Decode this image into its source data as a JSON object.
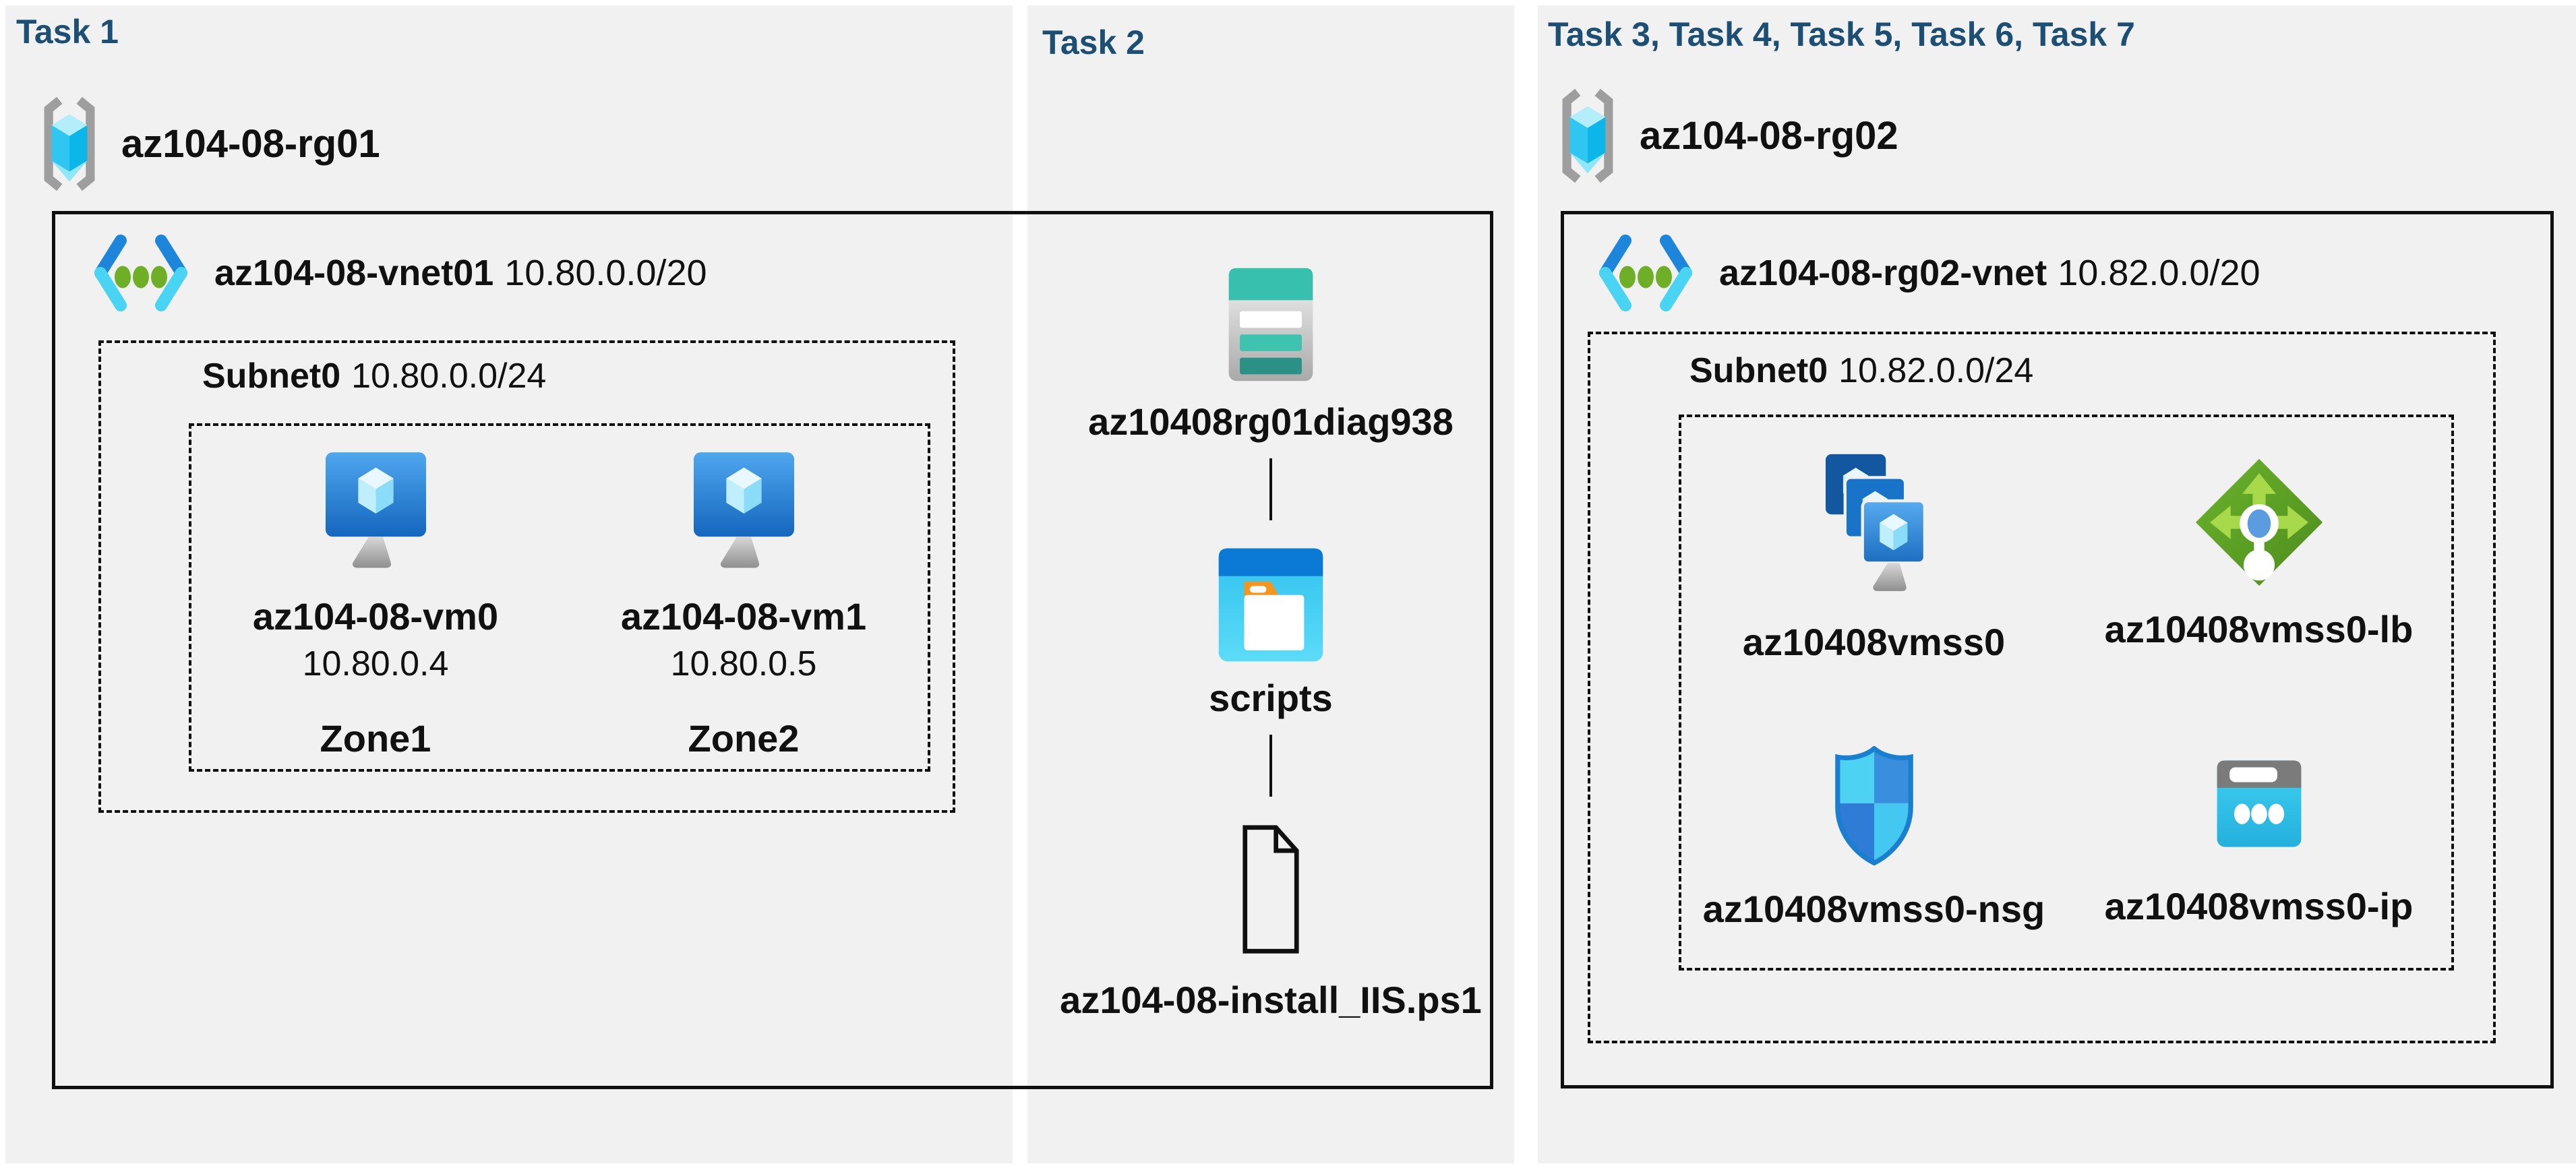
{
  "theme": {
    "panel_bg": "#f1f1f1",
    "heading_color": "#1d4e74",
    "line_color": "#101010",
    "vm_blue": "#2272c3",
    "storage_teal": "#37c0ae",
    "lb_green": "#64ad27",
    "nsg_blue": "#3a8ede",
    "ip_cyan": "#35c3ea"
  },
  "panels": {
    "task1": {
      "heading": "Task 1",
      "resource_group": {
        "name": "az104-08-rg01"
      },
      "vnet": {
        "name": "az104-08-vnet01",
        "cidr": "10.80.0.0/20"
      },
      "subnet": {
        "name": "Subnet0",
        "cidr": "10.80.0.0/24"
      },
      "vms": [
        {
          "name": "az104-08-vm0",
          "ip": "10.80.0.4",
          "zone": "Zone1"
        },
        {
          "name": "az104-08-vm1",
          "ip": "10.80.0.5",
          "zone": "Zone2"
        }
      ]
    },
    "task2": {
      "heading": "Task 2",
      "storage_account": "az10408rg01diag938",
      "container": "scripts",
      "script_file": "az104-08-install_IIS.ps1"
    },
    "task3": {
      "heading": "Task 3, Task 4, Task 5, Task 6, Task 7",
      "resource_group": {
        "name": "az104-08-rg02"
      },
      "vnet": {
        "name": "az104-08-rg02-vnet",
        "cidr": "10.82.0.0/20"
      },
      "subnet": {
        "name": "Subnet0",
        "cidr": "10.82.0.0/24"
      },
      "resources": [
        {
          "name": "az10408vmss0",
          "type": "vm-scale-set"
        },
        {
          "name": "az10408vmss0-lb",
          "type": "load-balancer"
        },
        {
          "name": "az10408vmss0-nsg",
          "type": "network-security-group"
        },
        {
          "name": "az10408vmss0-ip",
          "type": "public-ip"
        }
      ]
    }
  }
}
